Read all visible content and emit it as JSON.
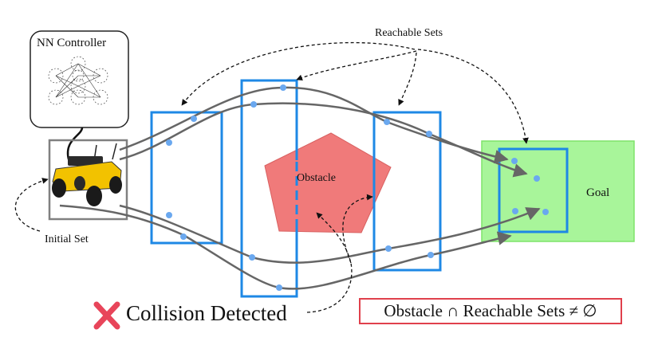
{
  "labels": {
    "nn_controller": "NN Controller",
    "reachable_sets": "Reachable Sets",
    "initial_set": "Initial Set",
    "obstacle": "Obstacle",
    "goal": "Goal",
    "collision_detected": "Collision Detected",
    "condition": "Obstacle ∩ Reachable Sets ≠ ∅"
  },
  "colors": {
    "reachable_set_box": "#1e88e5",
    "obstacle_fill": "#f07a7a",
    "goal_fill": "#a8f59a",
    "goal_border": "#7fe36a",
    "trajectory": "#666666",
    "state_point": "#6aa8ef",
    "collision_mark": "#e8455a",
    "condition_border": "#e0404c"
  },
  "icons": {
    "collision": "cross-mark-icon",
    "robot": "robot-icon",
    "network": "neural-network-icon"
  }
}
